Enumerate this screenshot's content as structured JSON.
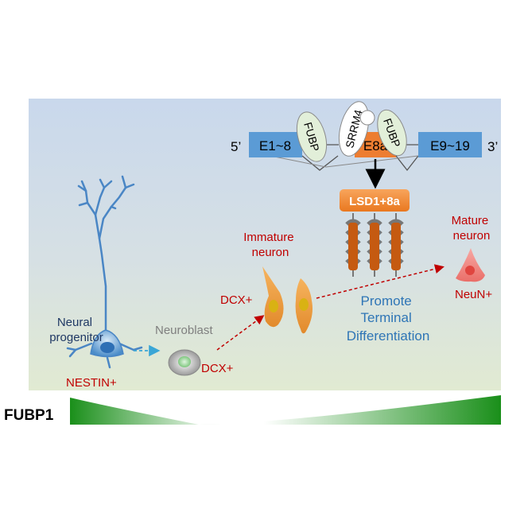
{
  "gene": {
    "five_prime": "5’",
    "three_prime": "3’",
    "exon_left": "E1~8",
    "exon_mid": "E8a",
    "exon_right": "E9~19",
    "fubp_left": "FUBP",
    "srrm4": "SRRM4",
    "fubp_right": "FUBP"
  },
  "protein": {
    "label": "LSD1+8a"
  },
  "cells": {
    "neural_progenitor": [
      "Neural",
      "progenitor"
    ],
    "nestin": "NESTIN+",
    "neuroblast": "Neuroblast",
    "neuroblast_marker": "DCX+",
    "immature_neuron": [
      "Immature",
      "neuron"
    ],
    "immature_marker": "DCX+",
    "mature_neuron": [
      "Mature",
      "neuron"
    ],
    "mature_marker": "NeuN+"
  },
  "process": [
    "Promote",
    "Terminal",
    "Differentiation"
  ],
  "gradient": {
    "label": "FUBP1"
  },
  "colors": {
    "exon": "#5b9bd5",
    "exon_mid": "#ed7d31",
    "fubp_fill": "#e2efd9",
    "red_text": "#c00000",
    "blue_text": "#2e75b6",
    "gradient_green": "#1e8f1e"
  }
}
